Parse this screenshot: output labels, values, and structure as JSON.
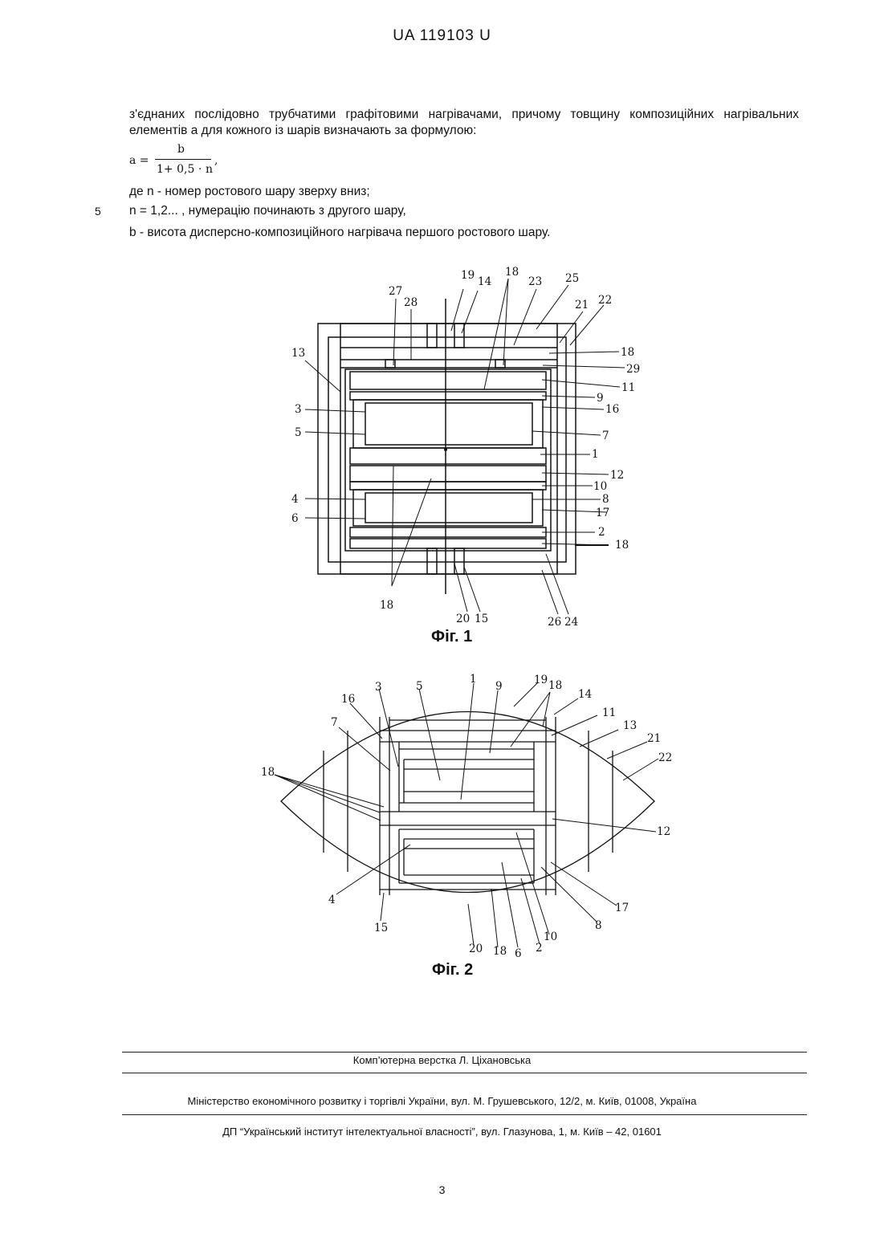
{
  "header": {
    "doc_code": "UA   119103   U"
  },
  "text": {
    "para": "з'єднаних послідовно трубчатими графітовими нагрівачами, причому товщину композиційних нагрівальних елементів а для кожного із шарів визначають за формулою:",
    "formula": {
      "lhs": "a =",
      "numerator": "b",
      "denominator": "1+ 0,5 ⋅ n",
      "tail": ","
    },
    "where_line": "де  n  - номер ростового шару зверху вниз;",
    "n_line": "n = 1,2... , нумерацію починають з другого шару,",
    "line_number": "5",
    "b_line": "b  - висота дисперсно-композиційного нагрівача першого ростового шару."
  },
  "figure1": {
    "caption": "Фіг. 1",
    "labels": [
      "1",
      "2",
      "3",
      "4",
      "5",
      "6",
      "7",
      "8",
      "9",
      "10",
      "11",
      "12",
      "13",
      "14",
      "15",
      "16",
      "17",
      "18",
      "19",
      "20",
      "21",
      "22",
      "23",
      "24",
      "25",
      "26",
      "27",
      "28",
      "29"
    ]
  },
  "figure2": {
    "caption": "Фіг. 2",
    "labels": [
      "1",
      "2",
      "3",
      "4",
      "5",
      "6",
      "7",
      "8",
      "9",
      "10",
      "11",
      "12",
      "13",
      "14",
      "15",
      "16",
      "17",
      "18",
      "19",
      "20",
      "21",
      "22"
    ]
  },
  "footer": {
    "layout": "Комп’ютерна верстка Л. Ціхановська",
    "ministry": "Міністерство економічного розвитку і торгівлі України, вул. М. Грушевського, 12/2, м. Київ, 01008, Україна",
    "institute": "ДП “Український інститут інтелектуальної власності”, вул. Глазунова, 1, м. Київ – 42, 01601",
    "page_number": "3"
  }
}
